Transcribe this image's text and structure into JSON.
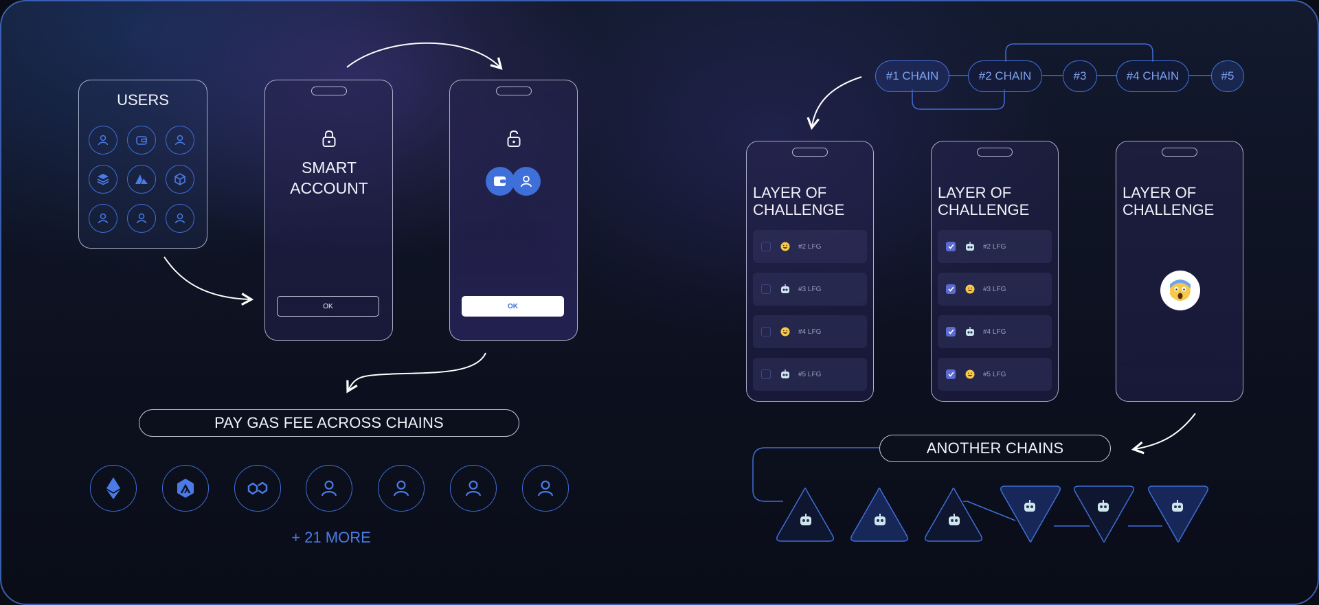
{
  "users_card": {
    "title": "USERS"
  },
  "smart_account_phone": {
    "title": "SMART ACCOUNT",
    "button": "OK"
  },
  "unlocked_phone": {
    "button": "OK"
  },
  "pay_gas": {
    "label": "PAY GAS FEE ACROSS CHAINS",
    "more": "+ 21 MORE"
  },
  "chains": [
    "#1 CHAIN",
    "#2 CHAIN",
    "#3",
    "#4 CHAIN",
    "#5"
  ],
  "challenge_phones": [
    {
      "title": "LAYER OF CHALLENGE",
      "rows": [
        {
          "label": "#2 LFG",
          "checked": false,
          "emoji": "grin"
        },
        {
          "label": "#3 LFG",
          "checked": false,
          "emoji": "robot"
        },
        {
          "label": "#4 LFG",
          "checked": false,
          "emoji": "grin"
        },
        {
          "label": "#5 LFG",
          "checked": false,
          "emoji": "robot"
        }
      ]
    },
    {
      "title": "LAYER OF CHALLENGE",
      "rows": [
        {
          "label": "#2 LFG",
          "checked": true,
          "emoji": "robot"
        },
        {
          "label": "#3 LFG",
          "checked": true,
          "emoji": "grin"
        },
        {
          "label": "#4 LFG",
          "checked": true,
          "emoji": "robot"
        },
        {
          "label": "#5 LFG",
          "checked": true,
          "emoji": "grin"
        }
      ]
    },
    {
      "title": "LAYER OF CHALLENGE",
      "emoji": "screaming-face"
    }
  ],
  "another_chains": {
    "label": "ANOTHER CHAINS"
  },
  "colors": {
    "accent": "#3f6fd8",
    "accent_text": "#7ea2f0",
    "button_fill": "#ffffff"
  }
}
